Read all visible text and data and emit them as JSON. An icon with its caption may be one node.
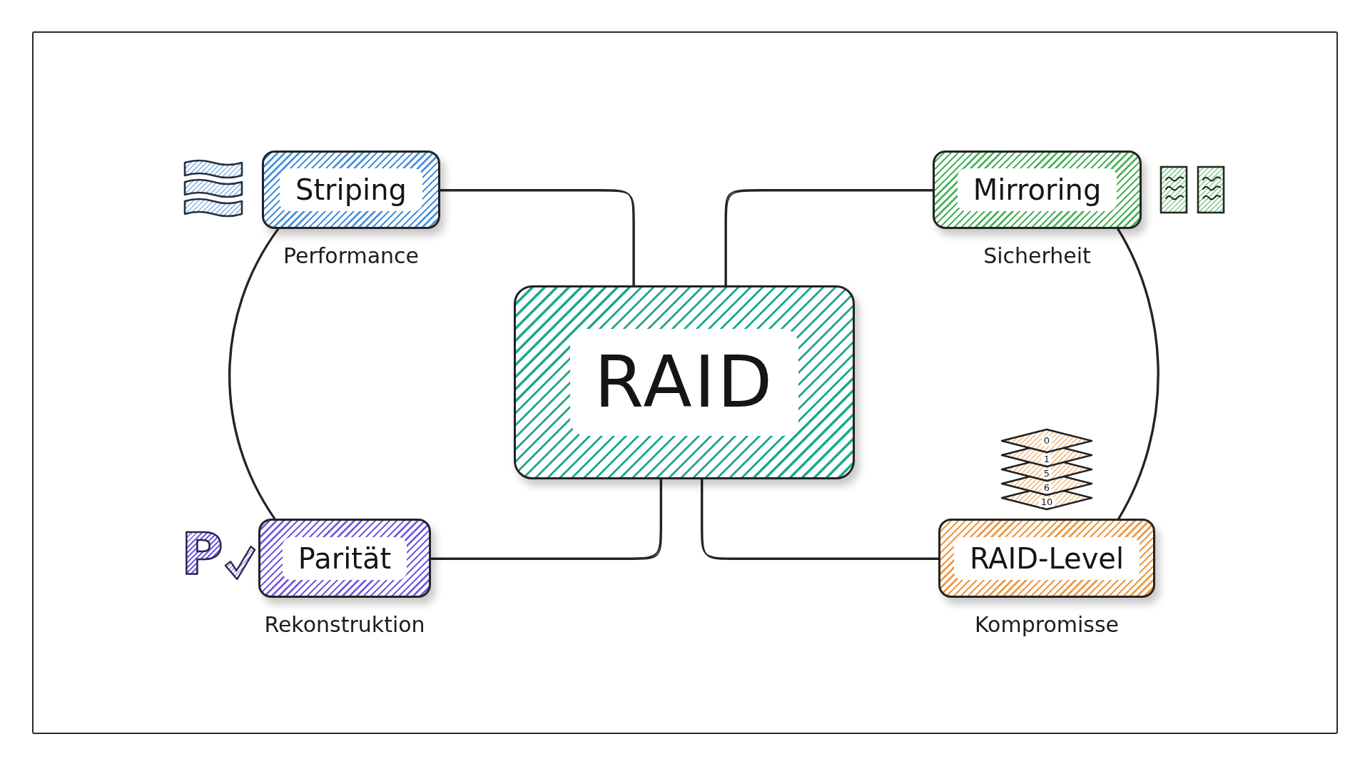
{
  "diagram": {
    "nodes": [
      {
        "text": [
          "Striping"
        ],
        "beside": [
          "Performance"
        ]
      },
      {
        "text": [
          "Mirroring"
        ],
        "beside": [
          "Sicherheit"
        ]
      },
      {
        "text": [
          "RAID"
        ]
      },
      {
        "text": [
          "Parität"
        ],
        "beside": [
          "Rekonstruktion"
        ]
      },
      {
        "text": [
          "RAID-Level"
        ],
        "beside": [
          "Kompromisse"
        ]
      }
    ],
    "edges": [
      {
        "from": 0,
        "to": 2,
        "arrow": "none"
      },
      {
        "from": 1,
        "to": 2,
        "arrow": "none"
      },
      {
        "from": 2,
        "to": 3,
        "arrow": "none"
      },
      {
        "from": 2,
        "to": 4,
        "arrow": "none"
      },
      {
        "from": 0,
        "to": 3,
        "arrow": "none"
      },
      {
        "from": 1,
        "to": 4,
        "arrow": "none"
      }
    ],
    "labels": [
      "0",
      "1",
      "5",
      "6",
      "10",
      "P"
    ]
  }
}
